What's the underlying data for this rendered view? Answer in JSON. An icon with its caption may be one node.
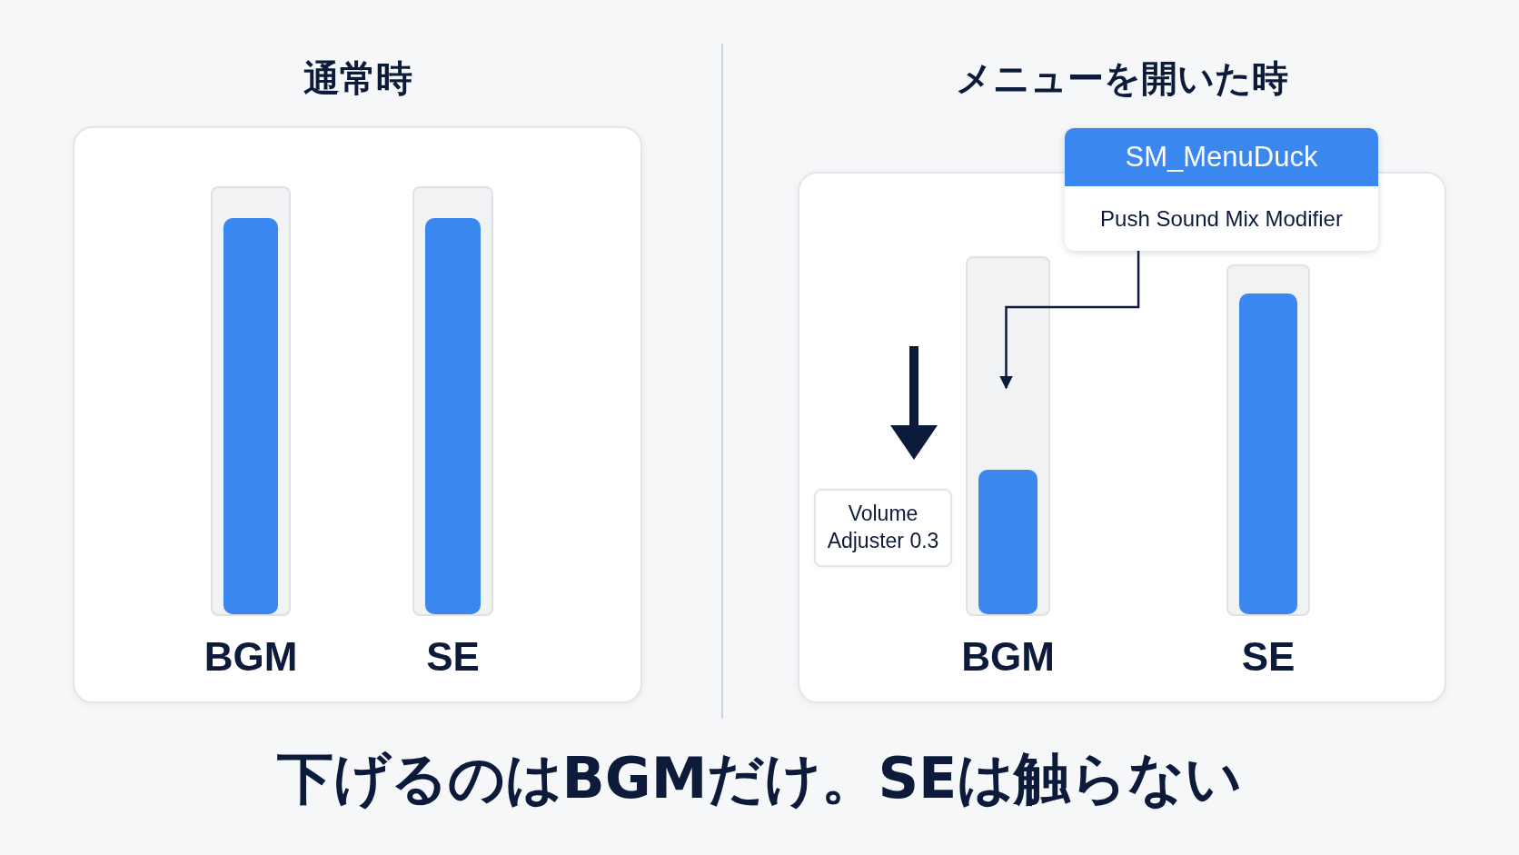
{
  "diagram": {
    "caption": "下げるのはBGMだけ。SEは触らない",
    "nodes": [
      {
        "text": [
          "通常時"
        ]
      },
      {
        "text": [
          "BGM"
        ],
        "in": 0
      },
      {
        "text": [
          "SE"
        ],
        "in": 0
      },
      {
        "text": [
          "メニューを開いた時"
        ]
      },
      {
        "text": [
          "SM_MenuDuck",
          "Push Sound Mix Modifier"
        ]
      },
      {
        "text": [
          "BGM"
        ],
        "in": 3
      },
      {
        "text": [
          "SE"
        ],
        "in": 3
      },
      {
        "text": [
          "Volume Adjuster 0.3"
        ],
        "in": 3
      }
    ],
    "edges": [
      {
        "from": 4,
        "to": 5,
        "arrow": "to"
      }
    ]
  }
}
